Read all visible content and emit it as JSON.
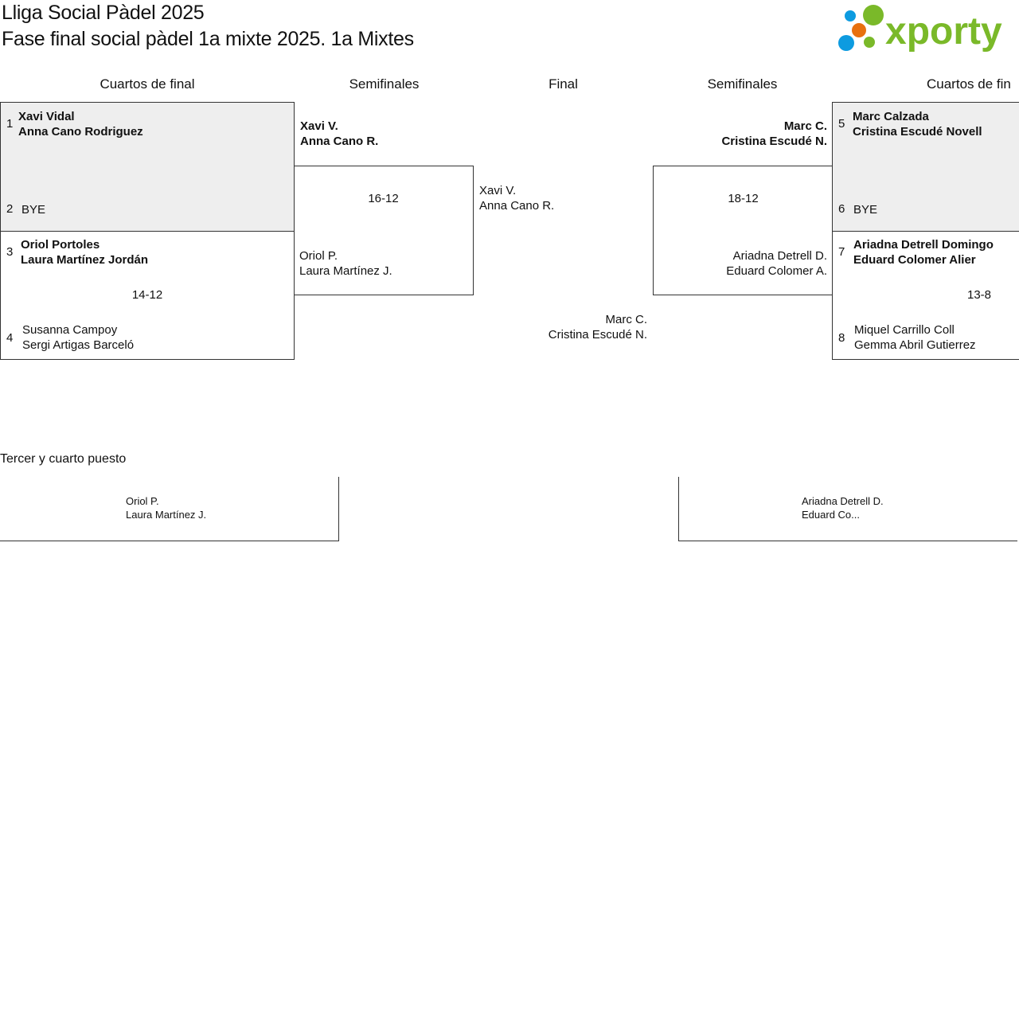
{
  "header": {
    "title": "Lliga Social Pàdel 2025",
    "subtitle": "Fase final social pàdel 1a mixte 2025. 1a Mixtes",
    "logo_text": "xporty"
  },
  "rounds": {
    "left_qf": "Cuartos de final",
    "left_sf": "Semifinales",
    "final": "Final",
    "right_sf": "Semifinales",
    "right_qf": "Cuartos de fin"
  },
  "left_qf": [
    {
      "seed_a": "1",
      "a1": "Xavi Vidal",
      "a2": "Anna Cano Rodriguez",
      "seed_b": "2",
      "b1": "BYE",
      "score": ""
    },
    {
      "seed_a": "3",
      "a1": "Oriol Portoles",
      "a2": "Laura Martínez Jordán",
      "seed_b": "4",
      "b1": "Susanna Campoy",
      "b2": "Sergi Artigas Barceló",
      "score": "14-12"
    }
  ],
  "left_sf": {
    "a1": "Xavi V.",
    "a2": "Anna Cano R.",
    "score": "16-12",
    "b1": "Oriol P.",
    "b2": "Laura Martínez J."
  },
  "final": {
    "a1": "Xavi V.",
    "a2": "Anna Cano R.",
    "b1": "Marc C.",
    "b2": "Cristina Escudé N."
  },
  "right_sf": {
    "a1": "Marc C.",
    "a2": "Cristina Escudé N.",
    "score": "18-12",
    "b1": "Ariadna Detrell D.",
    "b2": "Eduard Colomer A."
  },
  "right_qf": [
    {
      "seed_a": "5",
      "a1": "Marc Calzada",
      "a2": "Cristina Escudé Novell",
      "seed_b": "6",
      "b1": "BYE",
      "score": ""
    },
    {
      "seed_a": "7",
      "a1": "Ariadna Detrell Domingo",
      "a2": "Eduard Colomer Alier",
      "seed_b": "8",
      "b1": "Miquel Carrillo Coll",
      "b2": "Gemma Abril Gutierrez",
      "score": "13-8"
    }
  ],
  "third_place": {
    "title": "Tercer y cuarto puesto",
    "a1": "Oriol P.",
    "a2": "Laura Martínez J.",
    "b1": "Ariadna Detrell D.",
    "b2": "Eduard Co..."
  },
  "colors": {
    "green": "#7ab929",
    "blue": "#0d9be0",
    "orange": "#e8700e"
  }
}
